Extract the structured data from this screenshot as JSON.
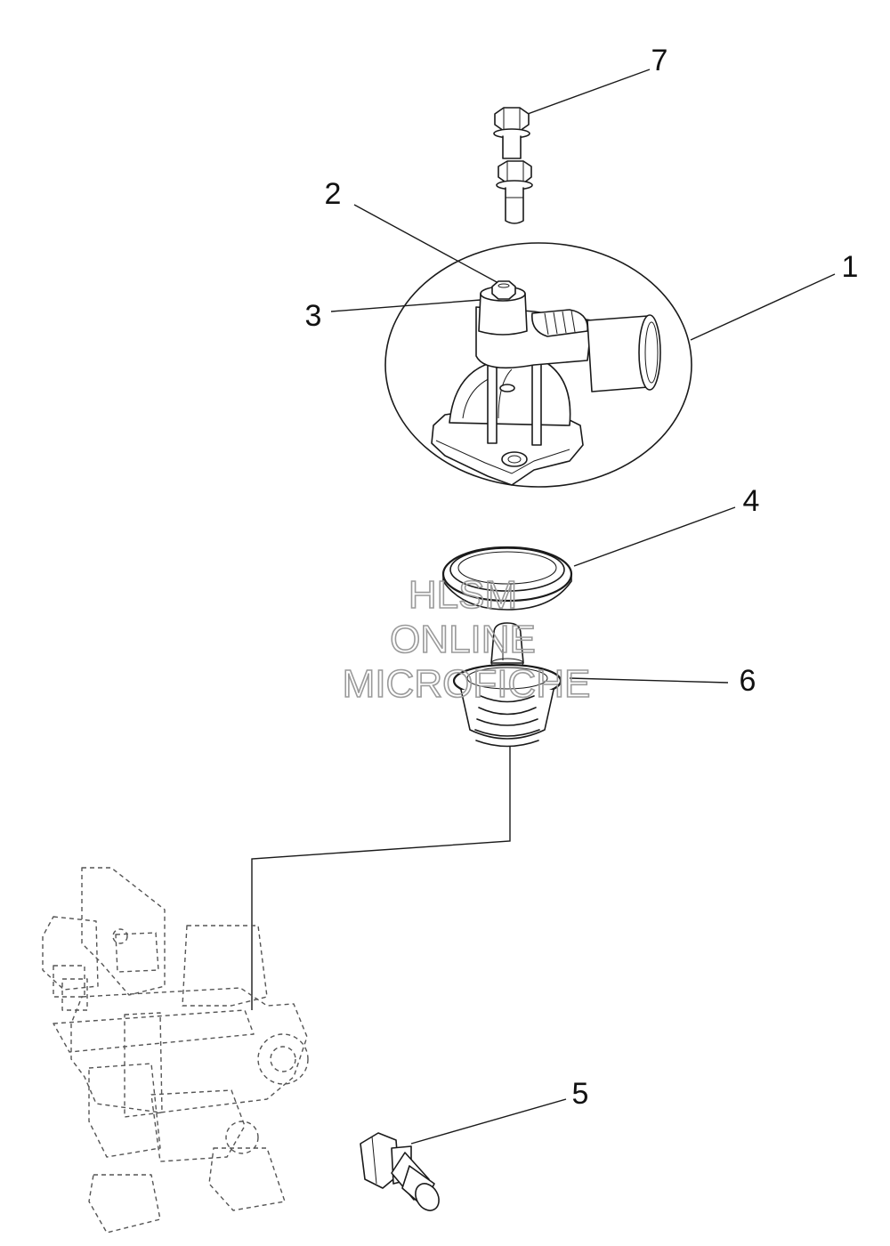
{
  "callouts": [
    {
      "id": "1",
      "label": "1"
    },
    {
      "id": "2",
      "label": "2"
    },
    {
      "id": "3",
      "label": "3"
    },
    {
      "id": "4",
      "label": "4"
    },
    {
      "id": "5",
      "label": "5"
    },
    {
      "id": "6",
      "label": "6"
    },
    {
      "id": "7",
      "label": "7"
    }
  ],
  "watermark": {
    "line1": "HLSM",
    "line2": "ONLINE",
    "line3": "MICROFICHE"
  },
  "colors": {
    "line": "#1a1a1a",
    "watermark": "#9a9a9a",
    "background": "#ffffff"
  }
}
